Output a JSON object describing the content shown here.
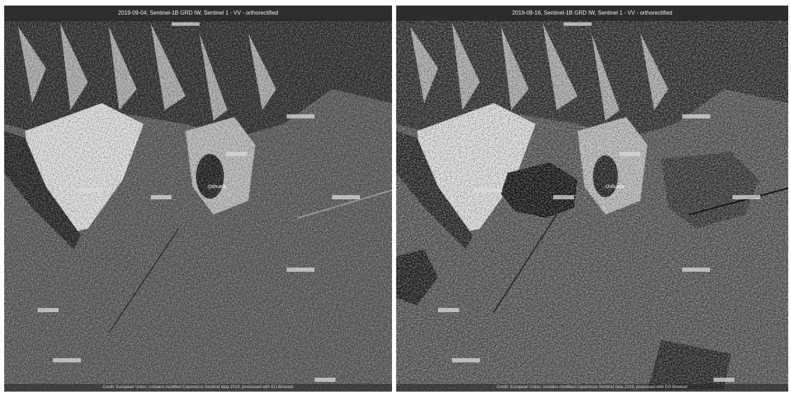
{
  "panels": [
    {
      "title": "2019-09-04, Sentinel-1B GRD IW, Sentinel 1 - VV - orthorectified",
      "attribution": "Credit: European Union, contains modified Copernicus Sentinel data 2019, processed with EO Browser"
    },
    {
      "title": "2019-09-16, Sentinel-1B GRD IW, Sentinel 1 - VV - orthorectified",
      "attribution": "Credit: European Union, contains modified Copernicus Sentinel data 2019, processed with EO Browser"
    }
  ],
  "place_labels": {
    "center_town": "Orihuela"
  },
  "colors": {
    "mountain_light": "#e6e6e6",
    "mountain_dark": "#1a1a1a",
    "plain": "#5c5c5c",
    "flood_water": "#0d0d0d",
    "label_box": "#d9d9d9"
  }
}
